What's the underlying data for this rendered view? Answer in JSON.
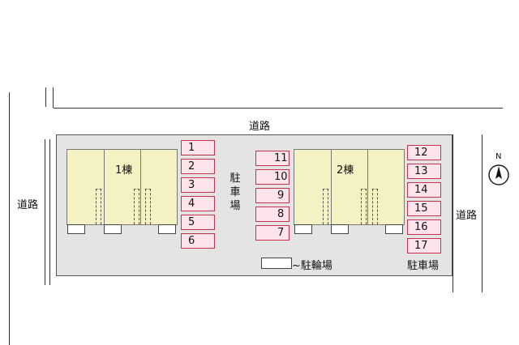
{
  "roads": {
    "top": "道路",
    "left": "道路",
    "right": "道路"
  },
  "buildings": [
    {
      "label": "1棟"
    },
    {
      "label": "2棟"
    }
  ],
  "parking": {
    "left_column": [
      "1",
      "2",
      "3",
      "4",
      "5",
      "6"
    ],
    "middle_column": [
      "11",
      "10",
      "9",
      "8",
      "7"
    ],
    "right_column": [
      "12",
      "13",
      "14",
      "15",
      "16",
      "17"
    ],
    "vertical_label": [
      "駐",
      "車",
      "場"
    ],
    "right_label": "駐車場"
  },
  "bicycle_parking": {
    "label": "駐輪場"
  },
  "compass": {
    "north": "N"
  },
  "colors": {
    "building": "#f4f1c3",
    "parking_fill": "#fde4ea",
    "parking_border": "#c8324e",
    "lot": "#e4e4e4"
  }
}
